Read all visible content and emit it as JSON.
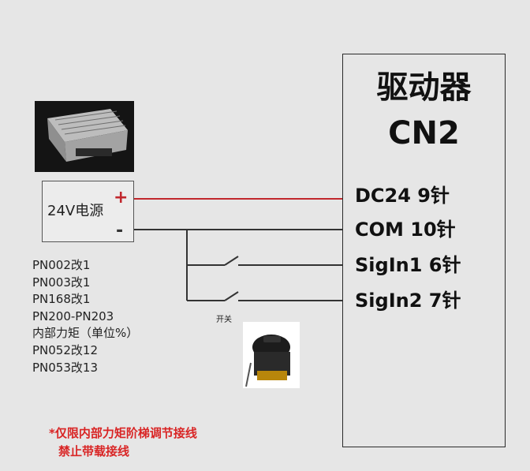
{
  "driver": {
    "title": "驱动器",
    "model": "CN2",
    "pins": [
      "DC24  9针",
      "COM  10针",
      "SigIn1 6针",
      "SigIn2 7针"
    ]
  },
  "power_supply": {
    "label": "24V电源",
    "plus": "+",
    "minus": "-"
  },
  "parameters": [
    "PN002改1",
    "PN003改1",
    "PN168改1",
    "PN200-PN203",
    "内部力矩（单位%）",
    "PN052改12",
    "PN053改13"
  ],
  "switch_label": "开关",
  "warning": {
    "line1": "*仅限内部力矩阶梯调节接线",
    "line2": "禁止带载接线"
  },
  "colors": {
    "positive_wire": "#c1272d",
    "negative_wire": "#333333",
    "warning_text": "#d92525"
  }
}
